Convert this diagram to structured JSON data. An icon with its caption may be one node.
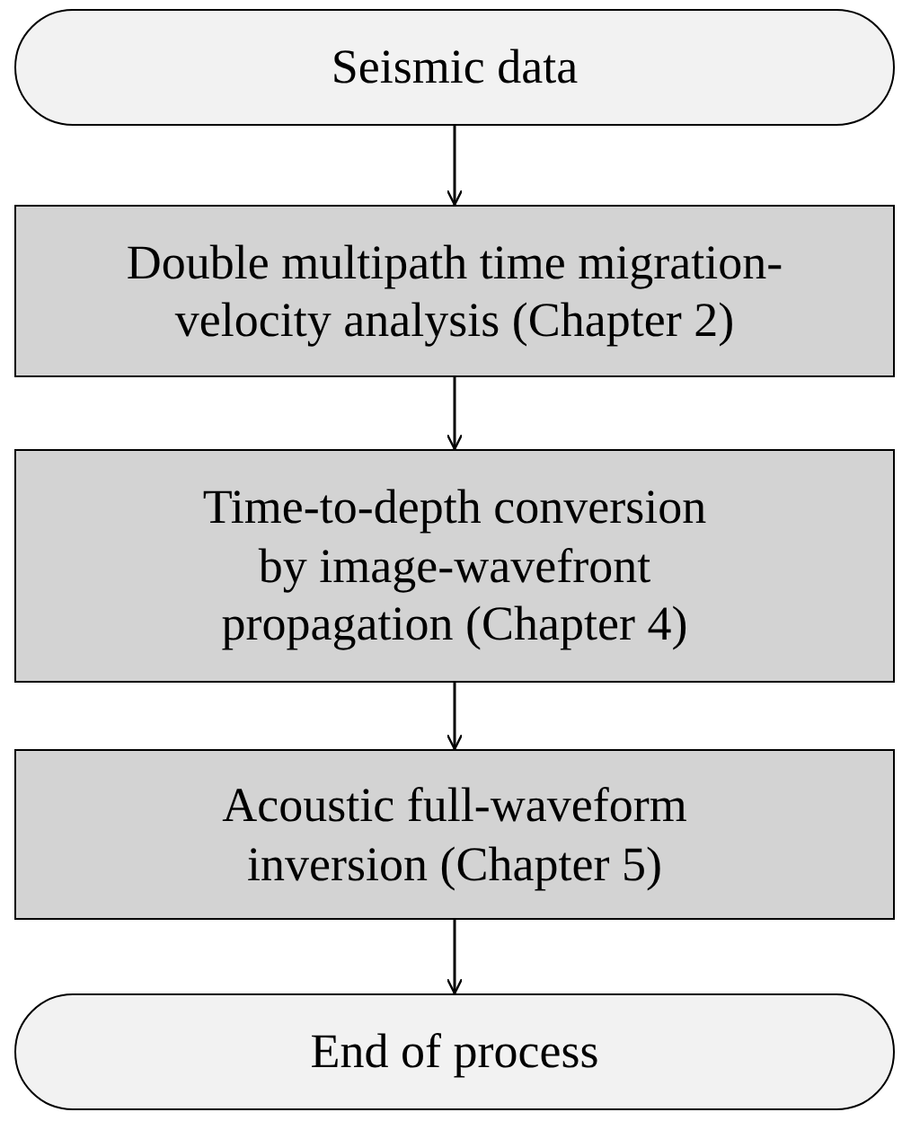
{
  "diagram": {
    "nodes": [
      {
        "text": [
          "Seismic data"
        ]
      },
      {
        "text": [
          "Double multipath time migration-velocity analysis (Chapter 2)"
        ]
      },
      {
        "text": [
          "Time-to-depth conversion by image-wavefront propagation (Chapter 4)"
        ]
      },
      {
        "text": [
          "Acoustic full-waveform inversion (Chapter 5)"
        ]
      },
      {
        "text": [
          "End of process"
        ]
      }
    ],
    "edges": [
      {
        "from": 0,
        "to": 1,
        "arrow": "to"
      },
      {
        "from": 1,
        "to": 2,
        "arrow": "to"
      },
      {
        "from": 2,
        "to": 3,
        "arrow": "to"
      },
      {
        "from": 3,
        "to": 4,
        "arrow": "to"
      }
    ]
  }
}
